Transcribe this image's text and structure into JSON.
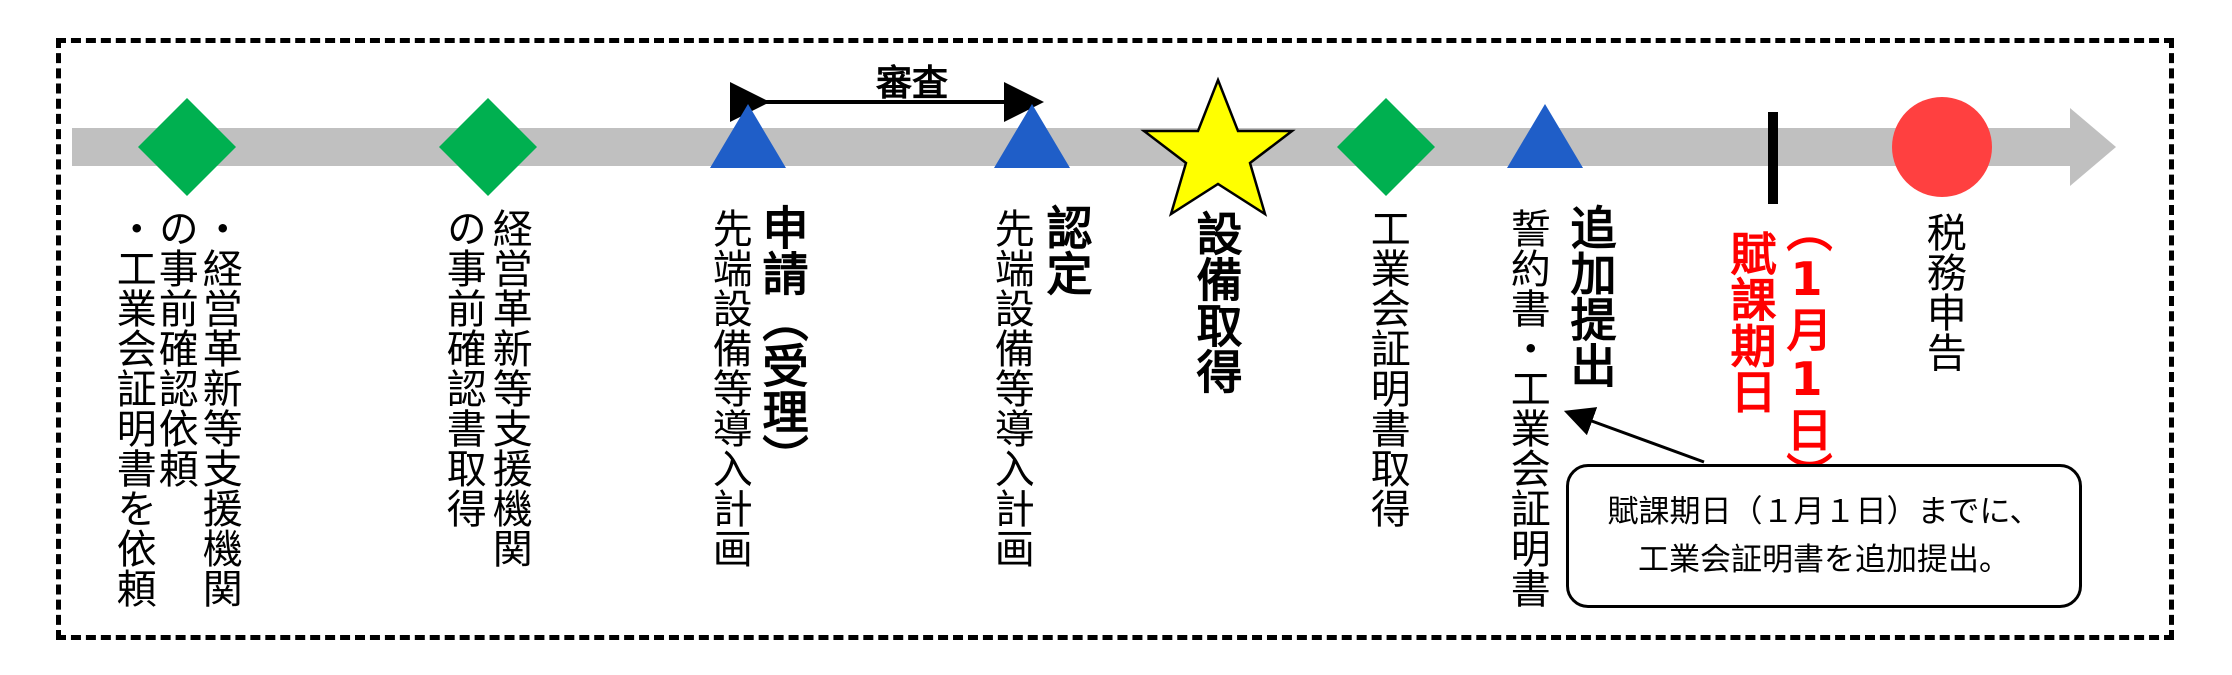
{
  "colors": {
    "timeline": "#c0c0c0",
    "diamond": "#00b050",
    "triangle": "#1f5ec8",
    "star": "#ffff00",
    "circle": "#ff4040",
    "deadline": "#ff0000"
  },
  "icons": [
    "diamond-marker-icon",
    "triangle-marker-icon",
    "star-marker-icon",
    "tick-marker-icon",
    "circle-marker-icon"
  ],
  "review": {
    "label": "審査"
  },
  "steps": {
    "s1": {
      "line1": "・経営革新等支援機関",
      "line2": "の事前確認依頼",
      "line3": "・工業会証明書を依頼"
    },
    "s2": {
      "line1": "経営革新等支援機関",
      "line2": "の事前確認書取得"
    },
    "s3": {
      "title": "申請（受理）",
      "subtitle": "先端設備等導入計画"
    },
    "s4": {
      "title": "認定",
      "subtitle": "先端設備等導入計画"
    },
    "s5": {
      "title": "設備取得"
    },
    "s6": {
      "line1": "工業会証明書取得"
    },
    "s7": {
      "title": "追加提出",
      "subtitle": "誓約書・工業会証明書"
    },
    "s8": {
      "title": "賦課期日",
      "date": "（1月1日）"
    },
    "s9": {
      "line1": "税務申告"
    }
  },
  "callout": {
    "line1": "賦課期日（１月１日）までに、",
    "line2": "工業会証明書を追加提出。"
  }
}
